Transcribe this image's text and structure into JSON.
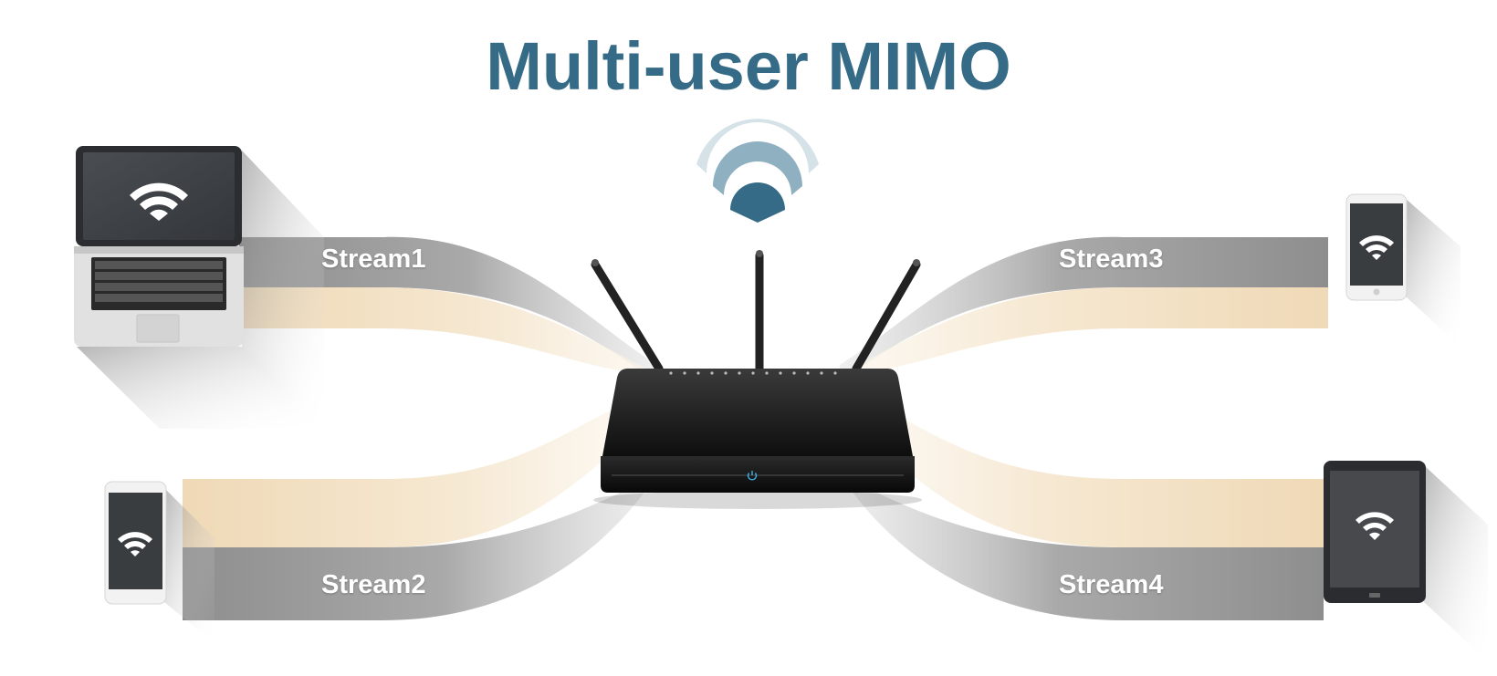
{
  "title": "Multi-user MIMO",
  "streams": [
    {
      "label": "Stream1",
      "device": "laptop"
    },
    {
      "label": "Stream2",
      "device": "smartphone"
    },
    {
      "label": "Stream3",
      "device": "smartphone"
    },
    {
      "label": "Stream4",
      "device": "tablet"
    }
  ],
  "icons": [
    "wifi-signal-icon",
    "router-icon",
    "laptop-icon",
    "smartphone-icon",
    "tablet-icon",
    "power-icon"
  ],
  "colors": {
    "title": "#356b86",
    "gray_band": "#9a9a9a",
    "beige_band": "#f1dcbc",
    "wifi_dark": "#356b86",
    "wifi_mid": "#8fb0c0",
    "wifi_light": "#d5e2e8",
    "device_dark": "#3a3d40",
    "router_body": "#1c1c1c"
  }
}
